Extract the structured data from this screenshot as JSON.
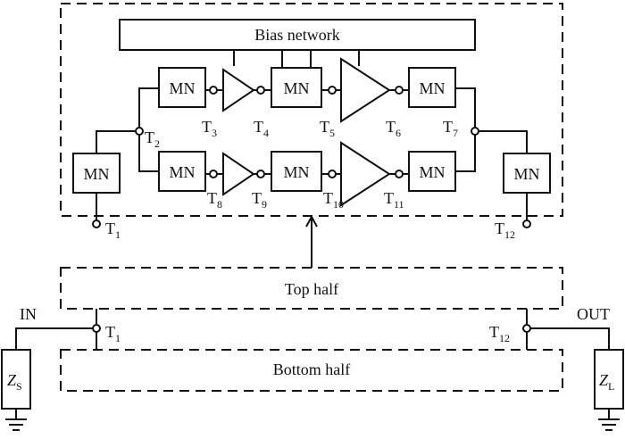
{
  "bias_label": "Bias network",
  "mn_label": "MN",
  "top_half_label": "Top half",
  "bottom_half_label": "Bottom half",
  "in_label": "IN",
  "out_label": "OUT",
  "zs": {
    "main": "Z",
    "sub": "S"
  },
  "zl": {
    "main": "Z",
    "sub": "L"
  },
  "terminals": {
    "t1": {
      "main": "T",
      "sub": "1"
    },
    "t2": {
      "main": "T",
      "sub": "2"
    },
    "t3": {
      "main": "T",
      "sub": "3"
    },
    "t4": {
      "main": "T",
      "sub": "4"
    },
    "t5": {
      "main": "T",
      "sub": "5"
    },
    "t6": {
      "main": "T",
      "sub": "6"
    },
    "t7": {
      "main": "T",
      "sub": "7"
    },
    "t8": {
      "main": "T",
      "sub": "8"
    },
    "t9": {
      "main": "T",
      "sub": "9"
    },
    "t10": {
      "main": "T",
      "sub": "10"
    },
    "t11": {
      "main": "T",
      "sub": "11"
    },
    "t12": {
      "main": "T",
      "sub": "12"
    },
    "t1_bottom": {
      "main": "T",
      "sub": "1"
    },
    "t12_bottom": {
      "main": "T",
      "sub": "12"
    }
  }
}
